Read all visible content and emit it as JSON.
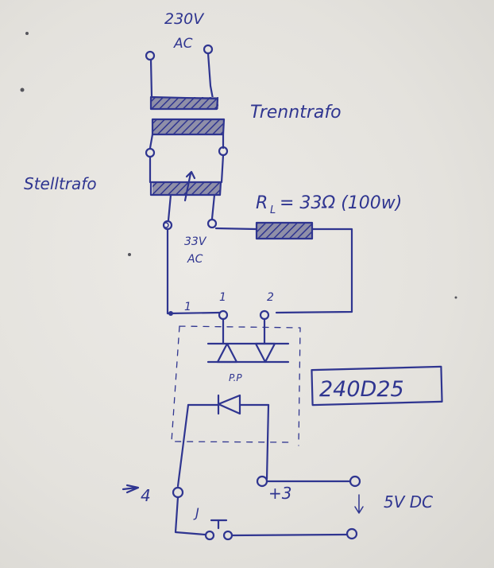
{
  "labels": {
    "mains_voltage": "230V",
    "mains_type": "AC",
    "isolation_transformer": "Trenntrafo",
    "variable_transformer": "Stelltrafo",
    "resistor": "R",
    "resistor_sub": "L",
    "resistor_value": "= 33Ω (100w)",
    "secondary_voltage": "33V",
    "secondary_type": "AC",
    "pin_left": "1",
    "pin_1": "1",
    "pin_2": "2",
    "relay_pp": "P.P",
    "relay_part": "240D25",
    "pin_4": "4",
    "pin_3": "+3",
    "dc_supply": "5V DC",
    "switch_label": "J"
  },
  "colors": {
    "ink": "#2f3590",
    "paper": "#e7e5e0"
  }
}
